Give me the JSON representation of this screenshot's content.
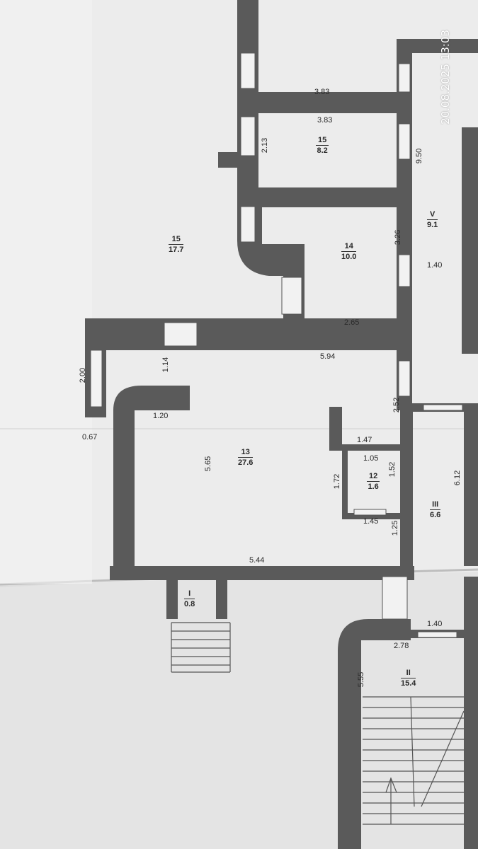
{
  "timestamp": "20.08.2025 13:03",
  "rooms": [
    {
      "id": "r15a",
      "number": "15",
      "area": "8.2"
    },
    {
      "id": "r15b",
      "number": "15",
      "area": "17.7"
    },
    {
      "id": "r14",
      "number": "14",
      "area": "10.0"
    },
    {
      "id": "rV",
      "number": "V",
      "area": "9.1"
    },
    {
      "id": "r13",
      "number": "13",
      "area": "27.6"
    },
    {
      "id": "r12",
      "number": "12",
      "area": "1.6"
    },
    {
      "id": "rIII",
      "number": "III",
      "area": "6.6"
    },
    {
      "id": "rI",
      "number": "I",
      "area": "0.8"
    },
    {
      "id": "rII",
      "number": "II",
      "area": "15.4"
    }
  ],
  "dimensions": {
    "d383_top": "3.83",
    "d383_in": "3.83",
    "d213": "2.13",
    "d950": "9.50",
    "d326": "3.26",
    "d140_v": "1.40",
    "d265": "2.65",
    "d594": "5.94",
    "d114": "1.14",
    "d200": "2.00",
    "d120": "1.20",
    "d067": "0.67",
    "d252": "2.52",
    "d147": "1.47",
    "d565": "5.65",
    "d105": "1.05",
    "d152": "1.52",
    "d172": "1.72",
    "d145": "1.45",
    "d125": "1.25",
    "d612": "6.12",
    "d544": "5.44",
    "d140_b": "1.40",
    "d278": "2.78",
    "d555": "5.55"
  }
}
